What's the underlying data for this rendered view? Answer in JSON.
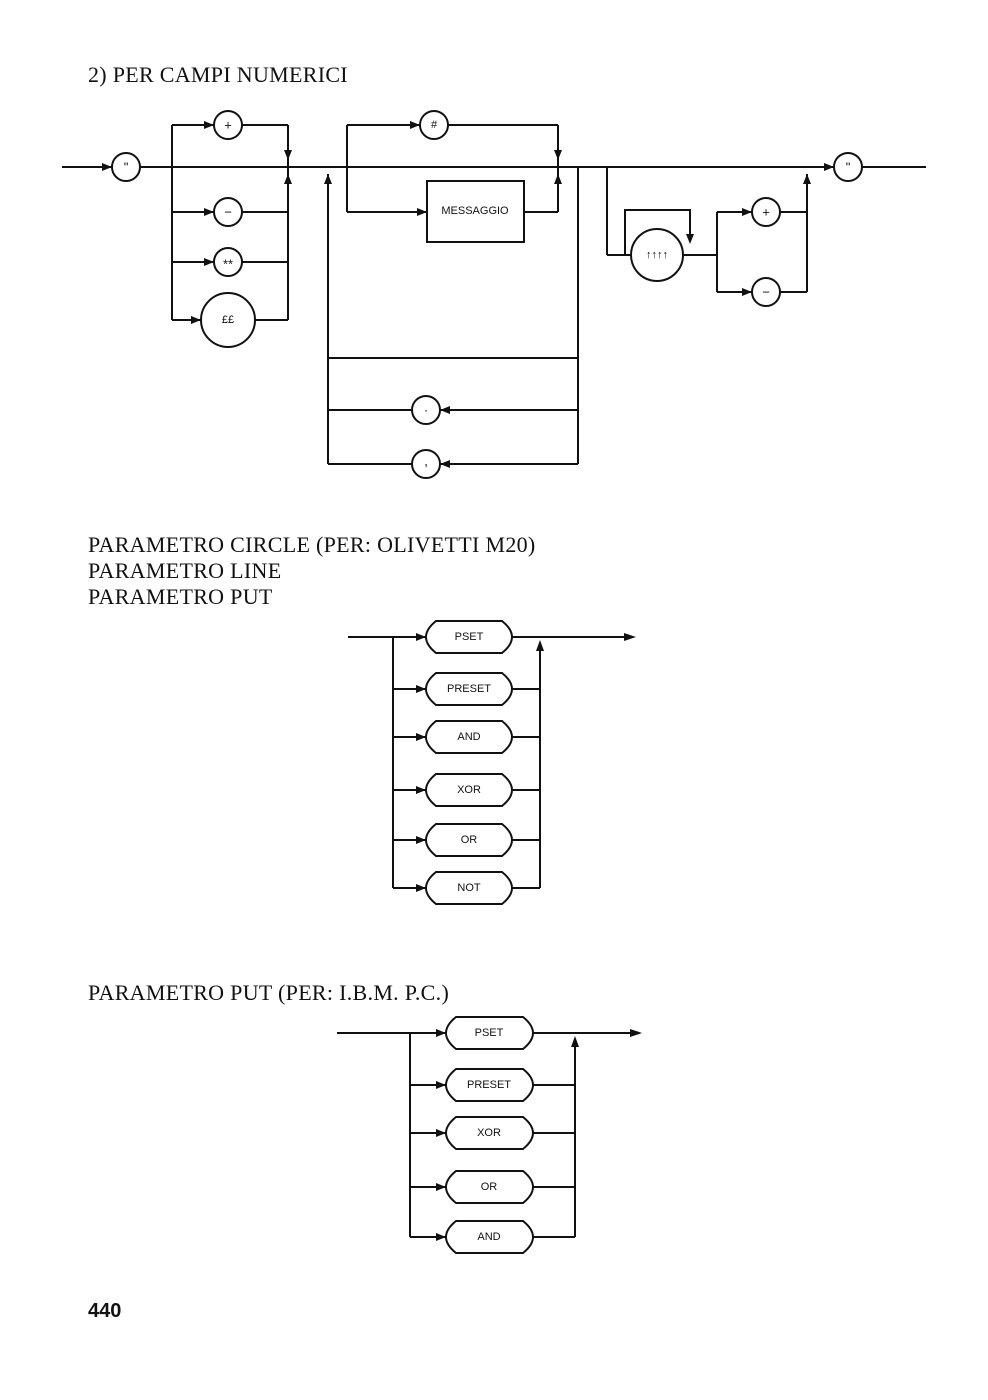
{
  "section_numeric": {
    "title": "2) PER CAMPI NUMERICI",
    "nodes": {
      "quote_open": "\"",
      "plus": "+",
      "minus": "−",
      "asterisks": "**",
      "pounds": "££",
      "hash": "#",
      "message": "MESSAGGIO",
      "carets": "↑↑↑↑",
      "plus2": "+",
      "minus2": "−",
      "period": ".",
      "comma": ",",
      "quote_close": "\""
    }
  },
  "section_m20": {
    "title_lines": [
      "PARAMETRO CIRCLE (PER: OLIVETTI M20)",
      "PARAMETRO LINE",
      "PARAMETRO PUT"
    ],
    "options": [
      "PSET",
      "PRESET",
      "AND",
      "XOR",
      "OR",
      "NOT"
    ]
  },
  "section_ibm": {
    "title": "PARAMETRO PUT (PER: I.B.M. P.C.)",
    "options": [
      "PSET",
      "PRESET",
      "XOR",
      "OR",
      "AND"
    ]
  },
  "page_number": "440"
}
